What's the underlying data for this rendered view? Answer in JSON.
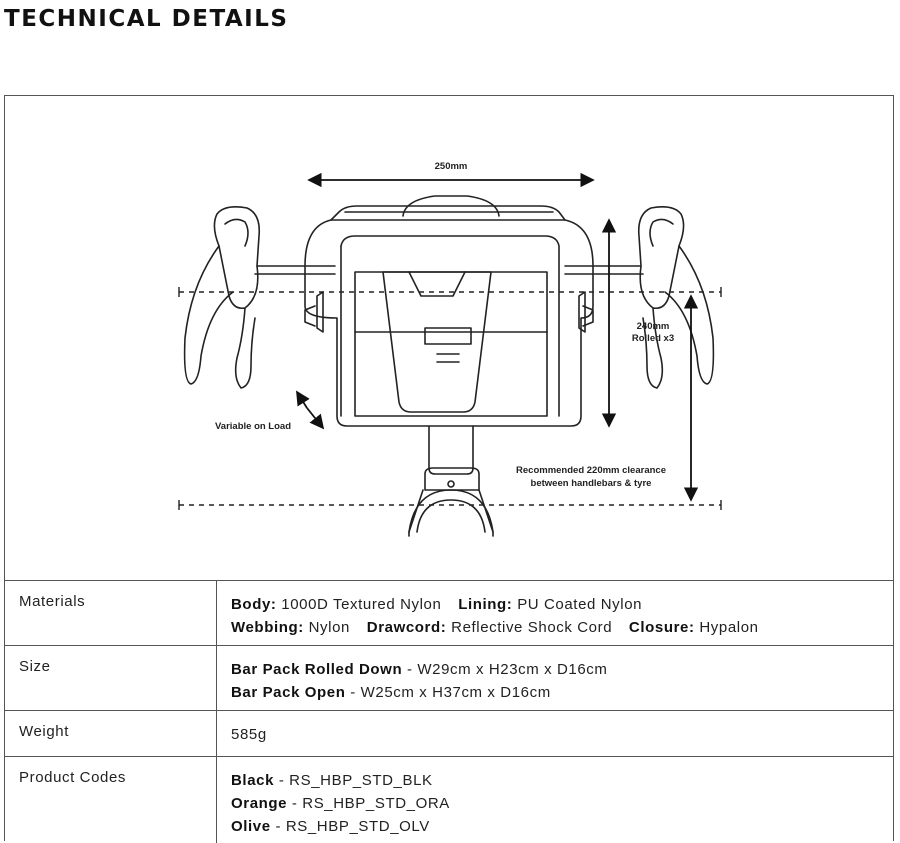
{
  "page": {
    "title": "TECHNICAL DETAILS"
  },
  "diagram": {
    "width_label": "250mm",
    "height_label_line1": "240mm",
    "height_label_line2": "Rolled x3",
    "variable_label": "Variable on Load",
    "clearance_line1": "Recommended 220mm clearance",
    "clearance_line2": "between handlebars & tyre"
  },
  "specs": {
    "materials": {
      "label": "Materials",
      "body_key": "Body:",
      "body_val": "1000D Textured Nylon",
      "lining_key": "Lining:",
      "lining_val": "PU Coated Nylon",
      "webbing_key": "Webbing:",
      "webbing_val": "Nylon",
      "drawcord_key": "Drawcord:",
      "drawcord_val": "Reflective Shock Cord",
      "closure_key": "Closure:",
      "closure_val": "Hypalon"
    },
    "size": {
      "label": "Size",
      "down_key": "Bar Pack Rolled Down",
      "down_val": "- W29cm x H23cm x D16cm",
      "open_key": "Bar Pack Open",
      "open_val": "- W25cm x H37cm x D16cm"
    },
    "weight": {
      "label": "Weight",
      "value": "585g"
    },
    "codes": {
      "label": "Product Codes",
      "black_key": "Black",
      "black_val": "- RS_HBP_STD_BLK",
      "orange_key": "Orange",
      "orange_val": "- RS_HBP_STD_ORA",
      "olive_key": "Olive",
      "olive_val": "- RS_HBP_STD_OLV"
    }
  }
}
